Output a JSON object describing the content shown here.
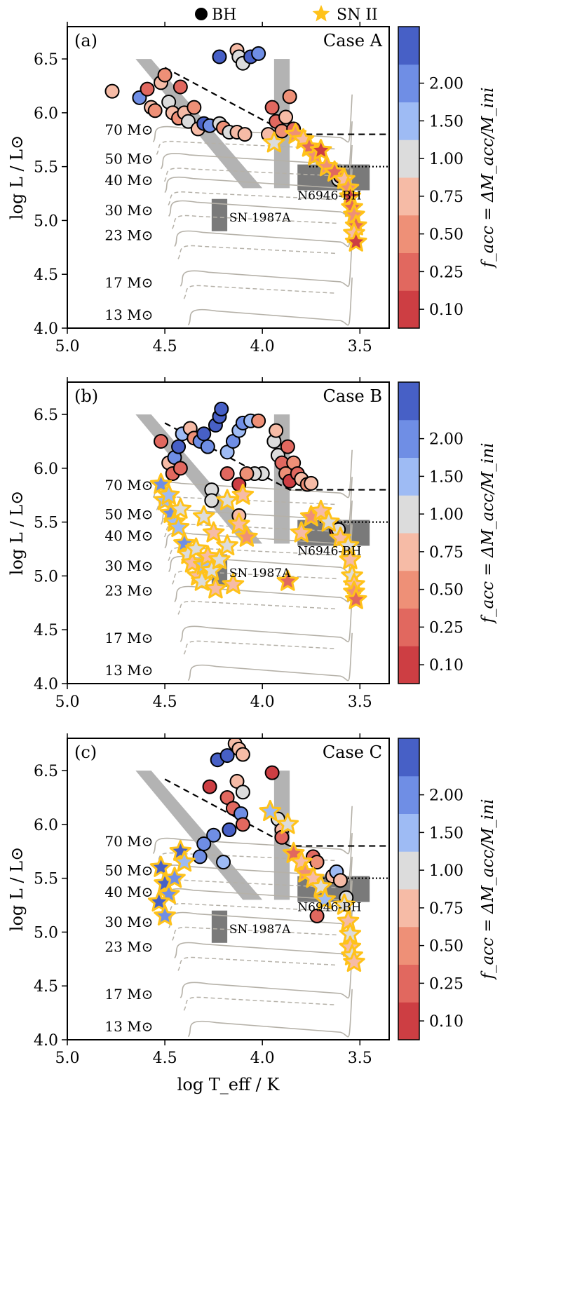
{
  "legend": {
    "items": [
      {
        "label": "BH",
        "marker": "circle",
        "color": "#000000"
      },
      {
        "label": "SN II",
        "marker": "star",
        "color": "#ffc21a"
      }
    ],
    "placement": "top-center"
  },
  "colors": {
    "track": "#b5b1a8",
    "sn_edge": "#ffc21a",
    "band_light": "#b3b3b3",
    "box_dark": "#7a7a7a"
  },
  "colorbar": {
    "label": "f_acc = ΔM_acc/M_ini",
    "tick_labels": [
      "0.10",
      "0.25",
      "0.50",
      "0.75",
      "1.00",
      "1.50",
      "2.00"
    ],
    "colors": [
      "#cd3e43",
      "#e1685f",
      "#ee9077",
      "#f6bba6",
      "#dcdcdc",
      "#9ebbf4",
      "#6f8ee5",
      "#4760c6"
    ]
  },
  "chart_data": [
    {
      "type": "scatter",
      "panel_label": "(a)",
      "case_label": "Case A",
      "xlabel": "",
      "ylabel": "log L / L⊙",
      "xlim": [
        5.0,
        3.35
      ],
      "ylim": [
        4.0,
        6.8
      ],
      "x_ticks": [
        "5.0",
        "4.5",
        "4.0",
        "3.5"
      ],
      "y_ticks": [
        "4.0",
        "4.5",
        "5.0",
        "5.5",
        "6.0",
        "6.5"
      ],
      "track_labels": [
        "70 M⊙",
        "50 M⊙",
        "40 M⊙",
        "30 M⊙",
        "23 M⊙",
        "17 M⊙",
        "13 M⊙"
      ],
      "annotations": {
        "sn1987a": "SN 1987A",
        "n6946": "N6946-BH"
      },
      "series": [
        {
          "marker": "circle",
          "points": [
            [
              4.77,
              6.2,
              3
            ],
            [
              4.63,
              6.14,
              6
            ],
            [
              4.59,
              6.22,
              1
            ],
            [
              4.57,
              6.05,
              3
            ],
            [
              4.55,
              6.02,
              2
            ],
            [
              4.52,
              6.28,
              3
            ],
            [
              4.5,
              6.35,
              2
            ],
            [
              4.48,
              6.1,
              4
            ],
            [
              4.46,
              6.0,
              3
            ],
            [
              4.43,
              5.95,
              2
            ],
            [
              4.42,
              6.24,
              1
            ],
            [
              4.4,
              6.0,
              3
            ],
            [
              4.38,
              5.92,
              4
            ],
            [
              4.35,
              6.05,
              2
            ],
            [
              4.33,
              5.85,
              3
            ],
            [
              4.3,
              5.9,
              7
            ],
            [
              4.27,
              5.88,
              6
            ],
            [
              4.22,
              5.9,
              4
            ],
            [
              4.2,
              5.86,
              2
            ],
            [
              4.17,
              5.82,
              4
            ],
            [
              4.13,
              5.82,
              3
            ],
            [
              4.22,
              6.52,
              7
            ],
            [
              4.13,
              6.58,
              3
            ],
            [
              4.12,
              6.52,
              4
            ],
            [
              4.1,
              6.46,
              4
            ],
            [
              4.06,
              6.52,
              7
            ],
            [
              4.02,
              6.55,
              6
            ],
            [
              3.95,
              6.05,
              1
            ],
            [
              3.93,
              5.92,
              1
            ],
            [
              3.9,
              5.83,
              2
            ],
            [
              3.88,
              5.96,
              3
            ],
            [
              3.86,
              6.15,
              2
            ],
            [
              3.84,
              5.85,
              1
            ],
            [
              3.62,
              5.43,
              0
            ],
            [
              3.61,
              5.38,
              4
            ],
            [
              3.6,
              5.41,
              1
            ],
            [
              3.97,
              5.8,
              3
            ],
            [
              4.09,
              5.8,
              3
            ]
          ]
        },
        {
          "marker": "star",
          "points": [
            [
              3.94,
              5.72,
              4
            ],
            [
              3.83,
              5.8,
              2
            ],
            [
              3.79,
              5.75,
              3
            ],
            [
              3.76,
              5.68,
              1
            ],
            [
              3.73,
              5.6,
              2
            ],
            [
              3.7,
              5.65,
              0
            ],
            [
              3.67,
              5.5,
              2
            ],
            [
              3.63,
              5.45,
              1
            ],
            [
              3.58,
              5.38,
              3
            ],
            [
              3.56,
              5.3,
              2
            ],
            [
              3.55,
              5.22,
              0
            ],
            [
              3.54,
              5.12,
              1
            ],
            [
              3.53,
              5.05,
              2
            ],
            [
              3.52,
              4.95,
              1
            ],
            [
              3.53,
              4.88,
              3
            ],
            [
              3.52,
              4.8,
              0
            ]
          ]
        }
      ]
    },
    {
      "type": "scatter",
      "panel_label": "(b)",
      "case_label": "Case B",
      "xlabel": "",
      "ylabel": "log L / L⊙",
      "xlim": [
        5.0,
        3.35
      ],
      "ylim": [
        4.0,
        6.8
      ],
      "x_ticks": [
        "5.0",
        "4.5",
        "4.0",
        "3.5"
      ],
      "y_ticks": [
        "4.0",
        "4.5",
        "5.0",
        "5.5",
        "6.0",
        "6.5"
      ],
      "track_labels": [
        "70 M⊙",
        "50 M⊙",
        "40 M⊙",
        "30 M⊙",
        "23 M⊙",
        "17 M⊙",
        "13 M⊙"
      ],
      "annotations": {
        "sn1987a": "SN 1987A",
        "n6946": "N6946-BH"
      },
      "series": [
        {
          "marker": "circle",
          "points": [
            [
              4.52,
              6.25,
              1
            ],
            [
              4.48,
              6.05,
              3
            ],
            [
              4.46,
              5.95,
              1
            ],
            [
              4.45,
              6.1,
              6
            ],
            [
              4.43,
              6.2,
              7
            ],
            [
              4.42,
              6.0,
              1
            ],
            [
              4.41,
              6.32,
              5
            ],
            [
              4.37,
              6.37,
              3
            ],
            [
              4.35,
              6.28,
              2
            ],
            [
              4.32,
              6.25,
              6
            ],
            [
              4.3,
              6.32,
              7
            ],
            [
              4.28,
              6.2,
              6
            ],
            [
              4.24,
              6.4,
              7
            ],
            [
              4.22,
              6.48,
              7
            ],
            [
              4.21,
              6.55,
              7
            ],
            [
              4.18,
              6.15,
              5
            ],
            [
              4.15,
              6.25,
              6
            ],
            [
              4.12,
              6.35,
              5
            ],
            [
              4.1,
              6.42,
              6
            ],
            [
              4.06,
              6.44,
              5
            ],
            [
              4.02,
              6.44,
              2
            ],
            [
              4.0,
              5.95,
              4
            ],
            [
              4.04,
              5.95,
              4
            ],
            [
              4.26,
              5.8,
              4
            ],
            [
              4.26,
              5.7,
              4
            ],
            [
              4.18,
              5.95,
              1
            ],
            [
              4.12,
              5.85,
              0
            ],
            [
              4.08,
              5.95,
              2
            ],
            [
              4.12,
              5.56,
              3
            ],
            [
              3.94,
              6.25,
              4
            ],
            [
              3.93,
              6.35,
              3
            ],
            [
              3.92,
              6.12,
              4
            ],
            [
              3.9,
              6.05,
              1
            ],
            [
              3.88,
              5.95,
              2
            ],
            [
              3.87,
              6.2,
              1
            ],
            [
              3.86,
              5.88,
              0
            ],
            [
              3.84,
              6.05,
              2
            ],
            [
              3.82,
              5.95,
              1
            ],
            [
              3.8,
              5.9,
              3
            ],
            [
              3.77,
              5.85,
              2
            ],
            [
              3.75,
              5.86,
              3
            ],
            [
              3.62,
              5.42,
              0
            ],
            [
              3.61,
              5.43,
              4
            ]
          ]
        },
        {
          "marker": "star",
          "points": [
            [
              4.52,
              5.85,
              6
            ],
            [
              4.5,
              5.7,
              5
            ],
            [
              4.48,
              5.75,
              5
            ],
            [
              4.47,
              5.58,
              6
            ],
            [
              4.45,
              5.5,
              5
            ],
            [
              4.43,
              5.45,
              5
            ],
            [
              4.42,
              5.62,
              4
            ],
            [
              4.4,
              5.3,
              6
            ],
            [
              4.38,
              5.2,
              4
            ],
            [
              4.36,
              5.12,
              3
            ],
            [
              4.34,
              5.25,
              4
            ],
            [
              4.33,
              5.0,
              3
            ],
            [
              4.31,
              4.95,
              4
            ],
            [
              4.3,
              5.1,
              5
            ],
            [
              4.28,
              5.18,
              3
            ],
            [
              4.26,
              5.05,
              4
            ],
            [
              4.24,
              4.88,
              3
            ],
            [
              4.22,
              5.15,
              4
            ],
            [
              4.18,
              5.28,
              4
            ],
            [
              4.15,
              4.92,
              3
            ],
            [
              4.12,
              5.48,
              3
            ],
            [
              4.08,
              5.36,
              2
            ],
            [
              4.25,
              5.4,
              3
            ],
            [
              4.3,
              5.55,
              4
            ],
            [
              4.18,
              5.7,
              4
            ],
            [
              4.1,
              5.75,
              3
            ],
            [
              3.87,
              4.95,
              1
            ],
            [
              3.8,
              5.4,
              3
            ],
            [
              3.75,
              5.55,
              2
            ],
            [
              3.7,
              5.6,
              3
            ],
            [
              3.66,
              5.5,
              4
            ],
            [
              3.6,
              5.35,
              3
            ],
            [
              3.56,
              5.28,
              4
            ],
            [
              3.55,
              5.15,
              3
            ],
            [
              3.54,
              5.0,
              4
            ],
            [
              3.53,
              4.92,
              3
            ],
            [
              3.53,
              4.85,
              2
            ],
            [
              3.52,
              4.78,
              1
            ]
          ]
        }
      ]
    },
    {
      "type": "scatter",
      "panel_label": "(c)",
      "case_label": "Case C",
      "xlabel": "log T_eff / K",
      "ylabel": "log L / L⊙",
      "xlim": [
        5.0,
        3.35
      ],
      "ylim": [
        4.0,
        6.8
      ],
      "x_ticks": [
        "5.0",
        "4.5",
        "4.0",
        "3.5"
      ],
      "y_ticks": [
        "4.0",
        "4.5",
        "5.0",
        "5.5",
        "6.0",
        "6.5"
      ],
      "track_labels": [
        "70 M⊙",
        "50 M⊙",
        "40 M⊙",
        "30 M⊙",
        "23 M⊙",
        "17 M⊙",
        "13 M⊙"
      ],
      "annotations": {
        "sn1987a": "SN 1987A",
        "n6946": "N6946-BH"
      },
      "series": [
        {
          "marker": "circle",
          "points": [
            [
              4.23,
              6.6,
              7
            ],
            [
              4.14,
              6.75,
              3
            ],
            [
              4.12,
              6.7,
              3
            ],
            [
              4.1,
              6.65,
              3
            ],
            [
              4.18,
              6.64,
              7
            ],
            [
              4.13,
              6.4,
              3
            ],
            [
              4.1,
              6.3,
              4
            ],
            [
              4.27,
              6.35,
              0
            ],
            [
              4.18,
              6.25,
              1
            ],
            [
              4.15,
              6.15,
              1
            ],
            [
              4.11,
              6.1,
              6
            ],
            [
              4.1,
              6.0,
              1
            ],
            [
              4.17,
              5.95,
              7
            ],
            [
              4.25,
              5.9,
              6
            ],
            [
              4.3,
              5.82,
              6
            ],
            [
              4.32,
              5.7,
              6
            ],
            [
              4.2,
              5.65,
              5
            ],
            [
              3.95,
              6.48,
              0
            ],
            [
              3.92,
              6.05,
              4
            ],
            [
              3.9,
              5.95,
              3
            ],
            [
              3.9,
              5.88,
              1
            ],
            [
              3.74,
              5.7,
              1
            ],
            [
              3.72,
              5.65,
              2
            ],
            [
              3.72,
              5.15,
              1
            ],
            [
              3.64,
              5.52,
              3
            ],
            [
              3.62,
              5.56,
              5
            ],
            [
              3.6,
              5.48,
              3
            ],
            [
              3.57,
              5.32,
              4
            ]
          ]
        },
        {
          "marker": "star",
          "points": [
            [
              4.52,
              5.6,
              7
            ],
            [
              4.5,
              5.45,
              7
            ],
            [
              4.48,
              5.35,
              6
            ],
            [
              4.53,
              5.28,
              7
            ],
            [
              4.5,
              5.15,
              6
            ],
            [
              4.45,
              5.5,
              6
            ],
            [
              4.42,
              5.75,
              7
            ],
            [
              4.4,
              5.65,
              5
            ],
            [
              3.96,
              6.12,
              5
            ],
            [
              3.87,
              6.0,
              4
            ],
            [
              3.84,
              5.73,
              1
            ],
            [
              3.8,
              5.65,
              3
            ],
            [
              3.78,
              5.55,
              2
            ],
            [
              3.74,
              5.5,
              3
            ],
            [
              3.7,
              5.42,
              4
            ],
            [
              3.68,
              5.3,
              5
            ],
            [
              3.58,
              5.25,
              4
            ],
            [
              3.56,
              5.1,
              3
            ],
            [
              3.55,
              4.98,
              4
            ],
            [
              3.55,
              4.86,
              3
            ],
            [
              3.54,
              4.78,
              4
            ],
            [
              3.53,
              4.72,
              3
            ]
          ]
        }
      ]
    }
  ]
}
